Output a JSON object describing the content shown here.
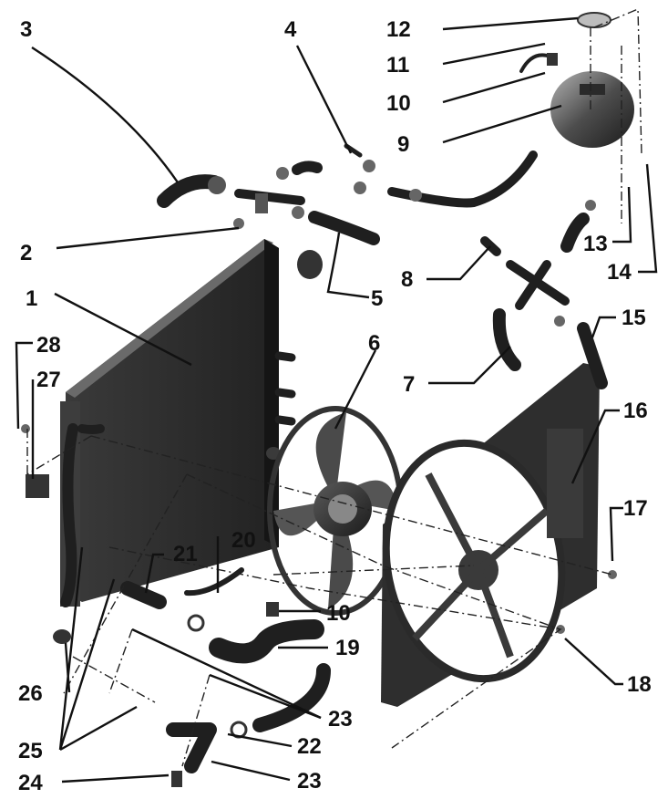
{
  "diagram": {
    "callouts": {
      "c1": "1",
      "c2": "2",
      "c3": "3",
      "c4": "4",
      "c5": "5",
      "c6": "6",
      "c7": "7",
      "c8": "8",
      "c9": "9",
      "c10a": "10",
      "c10b": "10",
      "c11": "11",
      "c12": "12",
      "c13": "13",
      "c14": "14",
      "c15": "15",
      "c16": "16",
      "c17": "17",
      "c18": "18",
      "c19": "19",
      "c20": "20",
      "c21": "21",
      "c22": "22",
      "c23a": "23",
      "c23b": "23",
      "c24": "24",
      "c25": "25",
      "c26": "26",
      "c27": "27",
      "c28": "28"
    }
  }
}
